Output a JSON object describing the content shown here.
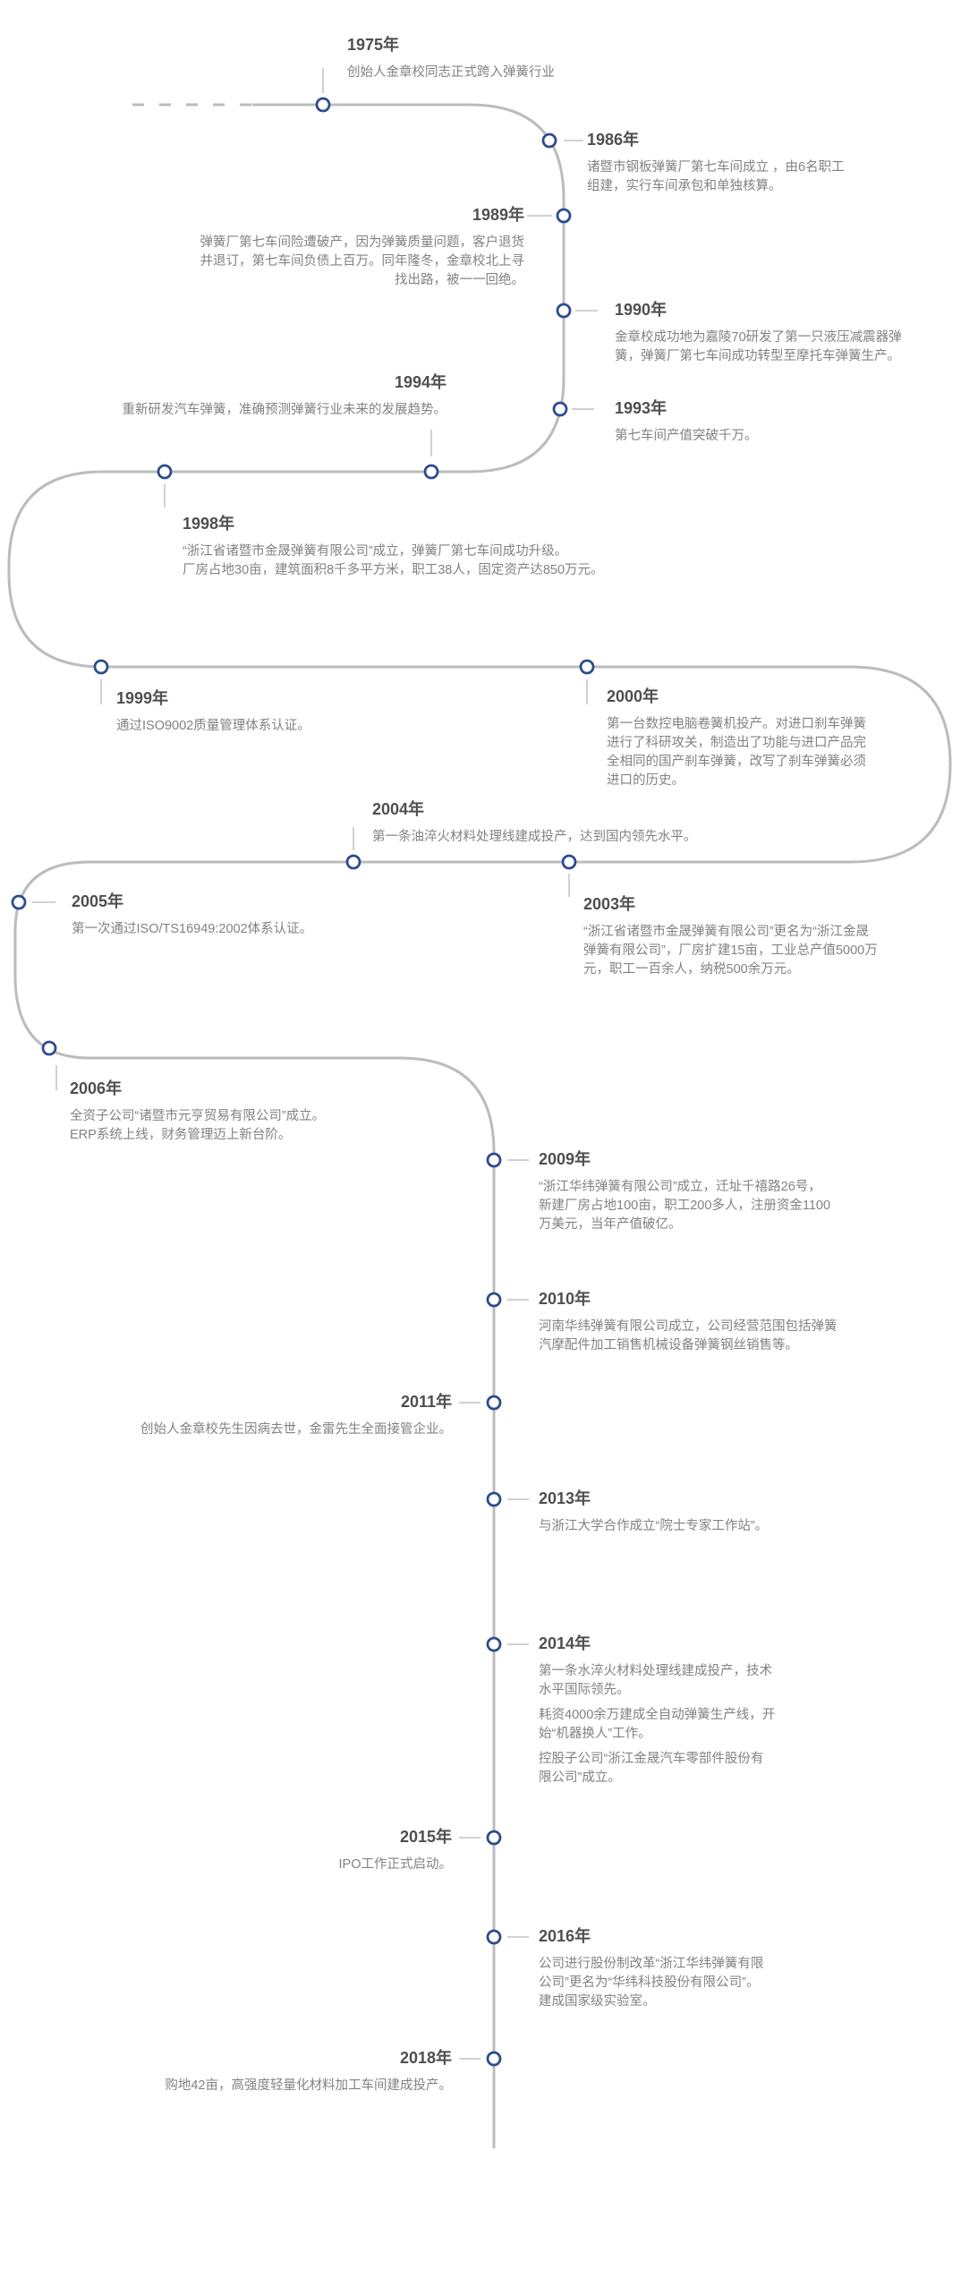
{
  "colors": {
    "line": "#bcbcbc",
    "tick": "#a3a3a3",
    "node_border": "#2d4b8e",
    "node_fill": "#ffffff",
    "year_text": "#4f4f4f",
    "desc_text": "#828282",
    "background": "#ffffff"
  },
  "events": [
    {
      "year": "1975年",
      "lines": [
        "创始人金章校同志正式跨入弹簧行业"
      ]
    },
    {
      "year": "1986年",
      "lines": [
        "诸暨市钢板弹簧厂第七车间成立 ，由6名职工",
        "组建，实行车间承包和单独核算。"
      ]
    },
    {
      "year": "1989年",
      "lines": [
        "弹簧厂第七车间险遭破产，因为弹簧质量问题，客户退货",
        "并退订，第七车间负债上百万。同年隆冬，金章校北上寻",
        "找出路，被一一回绝。"
      ]
    },
    {
      "year": "1990年",
      "lines": [
        "金章校成功地为嘉陵70研发了第一只液压减震器弹",
        "簧，弹簧厂第七车间成功转型至摩托车弹簧生产。"
      ]
    },
    {
      "year": "1993年",
      "lines": [
        "第七车间产值突破千万。"
      ]
    },
    {
      "year": "1994年",
      "lines": [
        "重新研发汽车弹簧，准确预测弹簧行业未来的发展趋势。"
      ]
    },
    {
      "year": "1998年",
      "lines": [
        "“浙江省诸暨市金晟弹簧有限公司”成立，弹簧厂第七车间成功升级。",
        "厂房占地30亩，建筑面积8千多平方米，职工38人，固定资产达850万元。"
      ]
    },
    {
      "year": "1999年",
      "lines": [
        "通过ISO9002质量管理体系认证。"
      ]
    },
    {
      "year": "2000年",
      "lines": [
        "第一台数控电脑卷簧机投产。对进口刹车弹簧",
        "进行了科研攻关，制造出了功能与进口产品完",
        "全相同的国产刹车弹簧，改写了刹车弹簧必须",
        "进口的历史。"
      ]
    },
    {
      "year": "2004年",
      "lines": [
        "第一条油淬火材料处理线建成投产，达到国内领先水平。"
      ]
    },
    {
      "year": "2003年",
      "lines": [
        "“浙江省诸暨市金晟弹簧有限公司”更名为“浙江金晟",
        "弹簧有限公司”，厂房扩建15亩，工业总产值5000万",
        "元，职工一百余人，纳税500余万元。"
      ]
    },
    {
      "year": "2005年",
      "lines": [
        "第一次通过ISO/TS16949:2002体系认证。"
      ]
    },
    {
      "year": "2006年",
      "lines": [
        "全资子公司“诸暨市元亨贸易有限公司”成立。",
        "ERP系统上线，财务管理迈上新台阶。"
      ]
    },
    {
      "year": "2009年",
      "lines": [
        "“浙江华纬弹簧有限公司”成立，迁址千禧路26号，",
        "新建厂房占地100亩，职工200多人，注册资金1100",
        "万美元，当年产值破亿。"
      ]
    },
    {
      "year": "2010年",
      "lines": [
        "河南华纬弹簧有限公司成立，公司经营范围包括弹簧",
        "汽摩配件加工销售机械设备弹簧钢丝销售等。"
      ]
    },
    {
      "year": "2011年",
      "lines": [
        "创始人金章校先生因病去世，金雷先生全面接管企业。"
      ]
    },
    {
      "year": "2013年",
      "lines": [
        "与浙江大学合作成立“院士专家工作站”。"
      ]
    },
    {
      "year": "2014年",
      "lines": [
        "第一条水淬火材料处理线建成投产，技术",
        "水平国际领先。",
        "耗资4000余万建成全自动弹簧生产线，开",
        "始“机器换人”工作。",
        "控股子公司“浙江金晟汽车零部件股份有",
        "限公司”成立。"
      ]
    },
    {
      "year": "2015年",
      "lines": [
        "IPO工作正式启动。"
      ]
    },
    {
      "year": "2016年",
      "lines": [
        "公司进行股份制改革“浙江华纬弹簧有限",
        "公司”更名为“华纬科技股份有限公司”。",
        "建成国家级实验室。"
      ]
    },
    {
      "year": "2018年",
      "lines": [
        "购地42亩，高强度轻量化材料加工车间建成投产。"
      ]
    }
  ]
}
